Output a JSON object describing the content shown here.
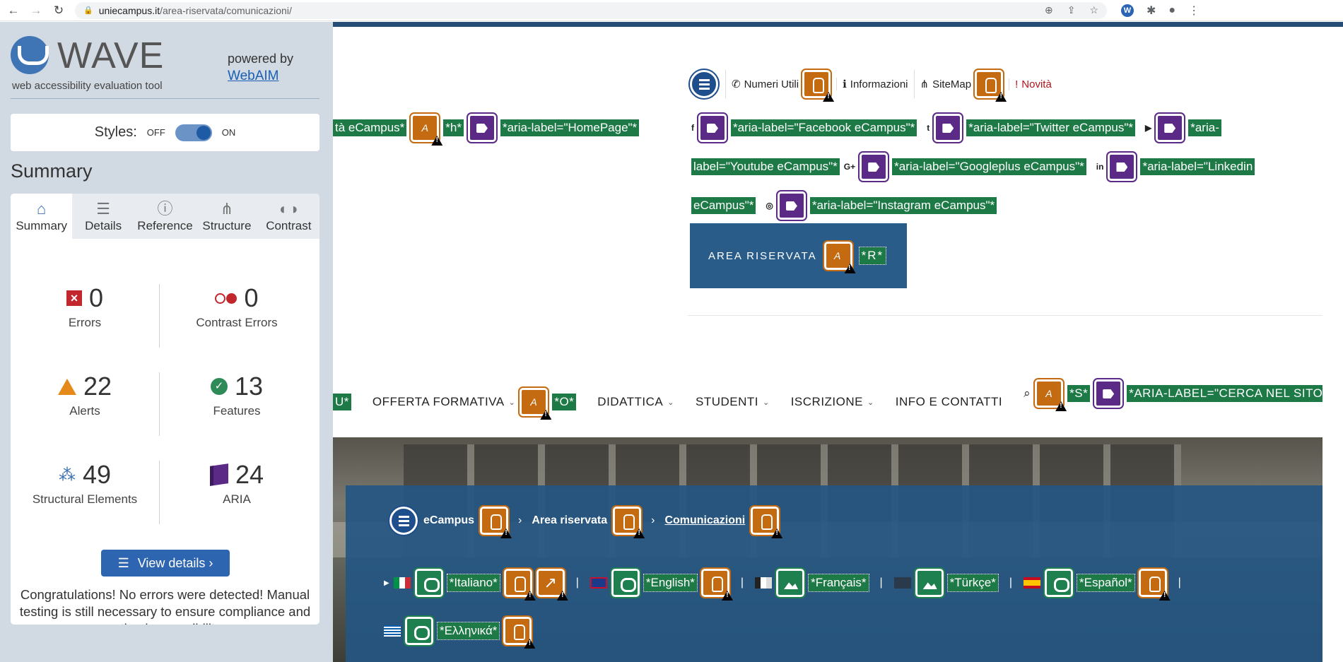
{
  "browser": {
    "url_host": "uniecampus.it",
    "url_path": "/area-riservata/comunicazioni/"
  },
  "wave": {
    "brand": "WAVE",
    "tagline": "web accessibility evaluation tool",
    "powered_by": "powered by",
    "webaim": "WebAIM",
    "styles_label": "Styles:",
    "styles_off": "OFF",
    "styles_on": "ON",
    "summary_title": "Summary",
    "tabs": [
      {
        "label": "Summary",
        "icon": "home-icon"
      },
      {
        "label": "Details",
        "icon": "list-icon"
      },
      {
        "label": "Reference",
        "icon": "info-icon"
      },
      {
        "label": "Structure",
        "icon": "structure-icon"
      },
      {
        "label": "Contrast",
        "icon": "contrast-icon"
      }
    ],
    "stats": {
      "errors": {
        "value": "0",
        "label": "Errors"
      },
      "contrast": {
        "value": "0",
        "label": "Contrast Errors"
      },
      "alerts": {
        "value": "22",
        "label": "Alerts"
      },
      "features": {
        "value": "13",
        "label": "Features"
      },
      "structural": {
        "value": "49",
        "label": "Structural Elements"
      },
      "aria": {
        "value": "24",
        "label": "ARIA"
      }
    },
    "view_details": "View details ›",
    "congrats": "Congratulations! No errors were detected! Manual testing is still necessary to ensure compliance and optimal accessibility."
  },
  "site": {
    "top_left_text": "tà eCampus*",
    "h_label": "*h*",
    "homepage_label": "*aria-label=\"HomePage\"*",
    "util": {
      "numeri": "Numeri Utili",
      "informazioni": "Informazioni",
      "sitemap": "SiteMap",
      "novita": "Novità"
    },
    "social": {
      "facebook": "*aria-label=\"Facebook eCampus\"*",
      "twitter": "*aria-label=\"Twitter eCampus\"*",
      "youtube_a": "*aria-",
      "youtube_b": "label=\"Youtube eCampus\"*",
      "googleplus": "*aria-label=\"Googleplus eCampus\"*",
      "linkedin_a": "*aria-label=\"Linkedin",
      "linkedin_b": "eCampus\"*",
      "instagram": "*aria-label=\"Instagram eCampus\"*"
    },
    "area_riservata": "AREA RISERVATA",
    "r_label": "*R*",
    "menu": {
      "u_label": "U*",
      "offerta": "OFFERTA FORMATIVA",
      "o_label": "*O*",
      "didattica": "DIDATTICA",
      "studenti": "STUDENTI",
      "iscrizione": "ISCRIZIONE",
      "info": "INFO E CONTATTI",
      "s_label": "*S*",
      "cerca_label": "*ARIA-LABEL=\"CERCA NEL SITO\"*"
    },
    "breadcrumb": {
      "home": "eCampus",
      "area": "Area riservata",
      "current": "Comunicazioni"
    },
    "languages": {
      "it": "*Italiano*",
      "en": "*English*",
      "fr": "*Français*",
      "tr": "*Türkçe*",
      "es": "*Español*",
      "el": "*Ελληνικά*"
    }
  }
}
